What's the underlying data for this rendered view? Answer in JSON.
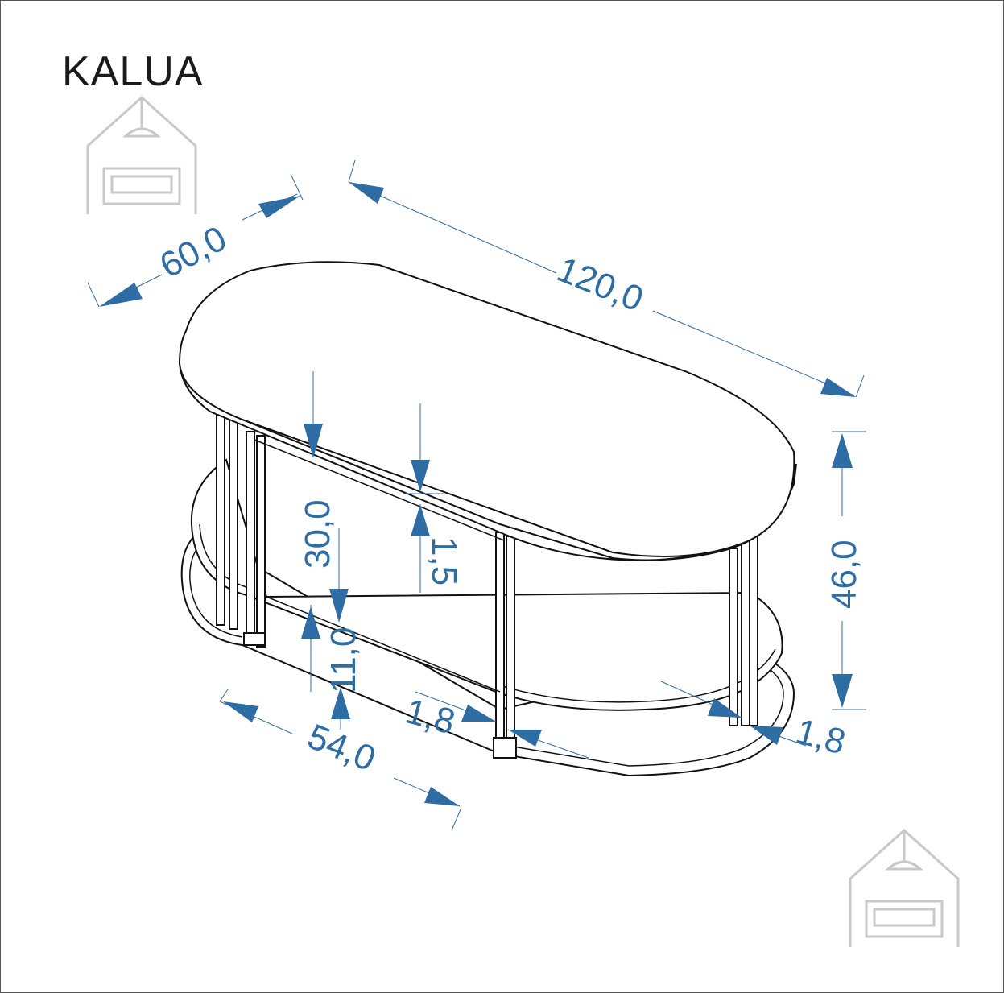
{
  "title": "KALUA",
  "colors": {
    "dimension": "#2e6da4",
    "outline": "#111111",
    "logo": "#c8c8c8"
  },
  "icons": [
    "house-sofa-logo-icon"
  ],
  "dimensions": {
    "depth_top": "60,0",
    "length": "120,0",
    "height_total": "46,0",
    "shelf_gap": "30,0",
    "top_thickness": "1,5",
    "bottom_clearance": "11,0",
    "leg_left": "1,8",
    "leg_right": "1,8",
    "depth_base": "54,0"
  }
}
